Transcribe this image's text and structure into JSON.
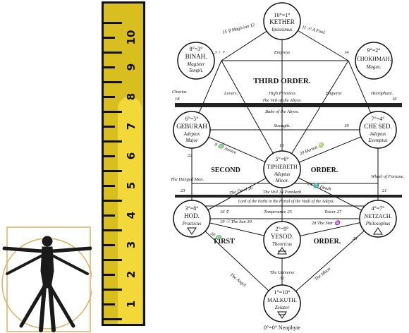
{
  "ruler": {
    "numbers": [
      "10",
      "9",
      "8",
      "7",
      "6",
      "5",
      "4",
      "3",
      "2",
      "1"
    ],
    "color": "#d9be1f",
    "highlight_color": "#f3d83a"
  },
  "vitruvian": {
    "icon": "vitruvian-man-icon"
  },
  "tree": {
    "kether": {
      "grade": "10°=1°",
      "name": "KETHER",
      "title": "Ipsissimus"
    },
    "binah": {
      "grade": "8°=3°",
      "name": "BINAH.",
      "title1": "Magister",
      "title2": "Templi."
    },
    "chokhmah": {
      "grade": "9°=2°",
      "name": "CHOKHMAH.",
      "title": "Magus."
    },
    "geburah": {
      "grade": "6°=5°",
      "name": "GEBURAH",
      "title1": "Adeptus",
      "title2": "Major"
    },
    "chesed": {
      "grade": "7°=4°",
      "name": "CHE SED.",
      "title1": "Adeptus",
      "title2": "Exemptus"
    },
    "tiphereth": {
      "grade": "5°=6°",
      "name": "TIPHERETH",
      "title1": "Adeptus",
      "title2": "Minor."
    },
    "hod": {
      "grade": "3°=8°",
      "name": "HOD.",
      "title": "Practicus"
    },
    "netzach": {
      "grade": "4°=7°",
      "name": "NETZACH.",
      "title": "Philosophus"
    },
    "yesod": {
      "grade": "2°=9°",
      "name": "YESOD.",
      "title": "Theoricus"
    },
    "malkuth": {
      "grade": "1°=10°",
      "name": "MALKUTH.",
      "title": "Zelator"
    },
    "neophyte": "0°=0° Neophyte",
    "orders": {
      "third": "THIRD ORDER.",
      "second": "SECOND",
      "second_b": "ORDER.",
      "first": "FIRST",
      "first_b": "ORDER."
    },
    "paths": {
      "magician": "15 ☿ Magician 12",
      "fool": "11 ☉ A Fool.",
      "empress": "Empress",
      "daleth": "3 ♀ 7",
      "p14": "14",
      "lovers": "Lovers.",
      "high_priestess": "High Priestess",
      "emperor": "Emperor",
      "chariot": "Chariot.",
      "hierophant": "Hierophant.",
      "p18": "18",
      "p16": "16",
      "veil_abyss": "The Veil of the Abyss.",
      "babe": "Babe of the Abyss.",
      "strength": "Strength.",
      "p19": "19",
      "justice": "8 ♎ Justice",
      "hermit": "20 Hermit ♍",
      "p22": "22",
      "p13": "13",
      "hanged_man": "The Hanged Man.",
      "wheel": "Wheel of Fortune.",
      "p23": "23",
      "p21": "21",
      "devil": "The Devil 26",
      "death": "24 ♏ Death",
      "veil_paroketh": "The Veil  14  Paroketh",
      "vault": "Lord of the Paths in the Portal of the Vault of the Adepts.",
      "temperance": "Temperance 25",
      "tower": "Tower 27",
      "p16b": "16 ☿",
      "sun": "19 ☉ The Sun 30",
      "star": "28 The Star ♒",
      "p30": "30 ♎",
      "p29": "29",
      "angel": "The Angel.",
      "moon": "The Moon",
      "universe": "The Universe",
      "p32": "32"
    },
    "line_color": "#111111",
    "bar_color": "#222222"
  }
}
